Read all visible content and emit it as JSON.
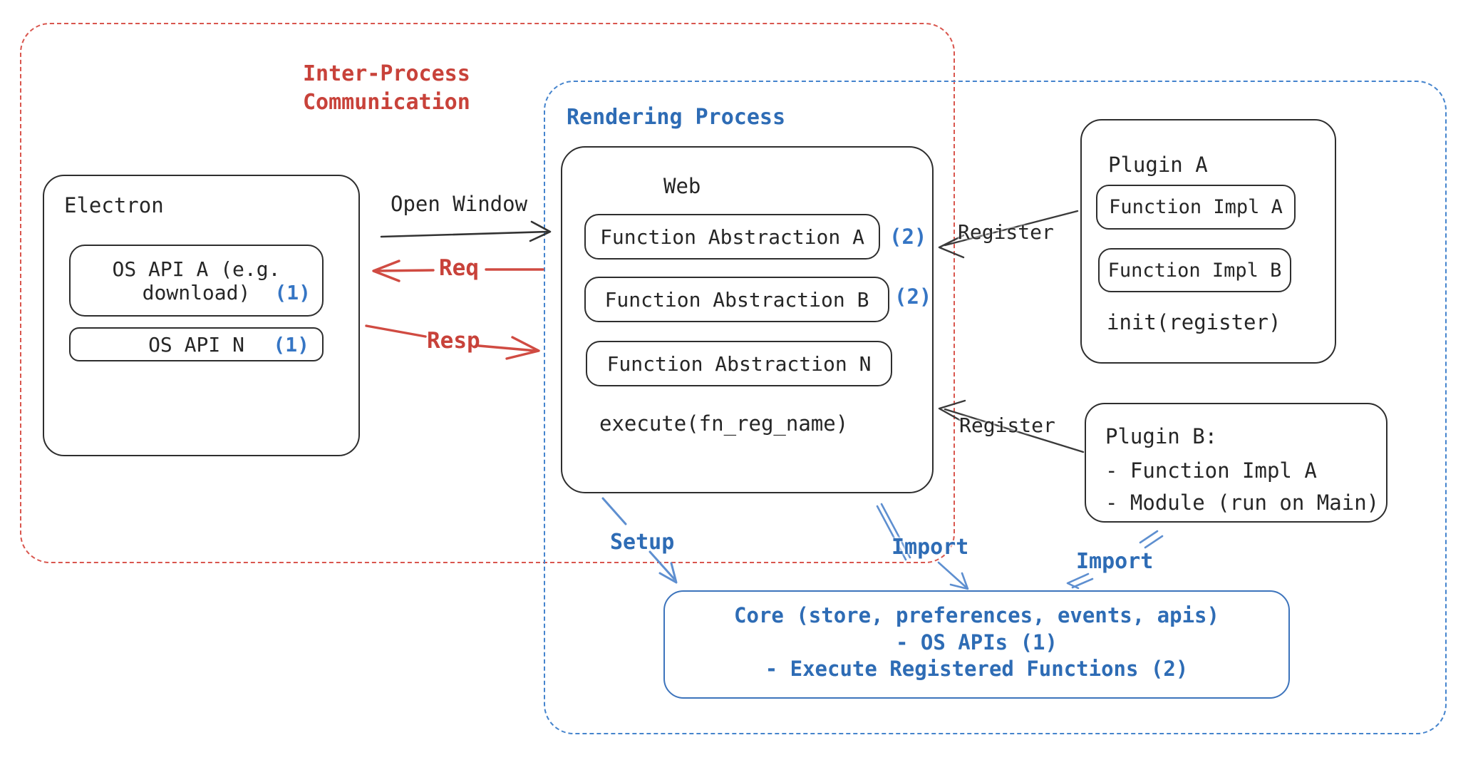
{
  "groups": {
    "ipc": {
      "label": "Inter-Process\nCommunication"
    },
    "rendering": {
      "label": "Rendering Process"
    }
  },
  "electron": {
    "title": "Electron",
    "api_a": {
      "line1": "OS API A (e.g.",
      "line2": "download)",
      "badge": "(1)"
    },
    "api_n": {
      "label": "OS API N",
      "badge": "(1)"
    }
  },
  "web": {
    "title": "Web",
    "abstractions": [
      {
        "label": "Function Abstraction A",
        "badge": "(2)"
      },
      {
        "label": "Function Abstraction B",
        "badge": "(2)"
      },
      {
        "label": "Function Abstraction N",
        "badge": ""
      }
    ],
    "execute_label": "execute(fn_reg_name)"
  },
  "plugin_a": {
    "title": "Plugin A",
    "impls": [
      "Function Impl A",
      "Function Impl B"
    ],
    "init_label": "init(register)"
  },
  "plugin_b": {
    "lines": [
      "Plugin B:",
      "- Function Impl A",
      "- Module (run on Main)"
    ]
  },
  "core": {
    "lines": [
      "Core (store, preferences, events, apis)",
      "- OS APIs (1)",
      "- Execute Registered Functions (2)"
    ]
  },
  "arrows": {
    "open_window": "Open Window",
    "req": "Req",
    "resp": "Resp",
    "register_top": "Register",
    "register_bottom": "Register",
    "setup": "Setup",
    "import_core": "Import",
    "import_plugin": "Import"
  },
  "colors": {
    "red_accent": "#c8423a",
    "blue_accent": "#2e6cb5",
    "ink": "#262626"
  }
}
